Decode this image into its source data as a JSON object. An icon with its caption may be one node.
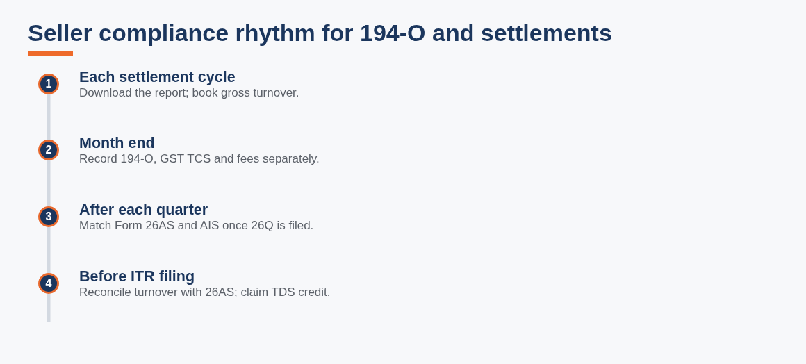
{
  "diagram": {
    "title": "Seller compliance rhythm for 194-O and settlements",
    "nodes": [
      {
        "text": [
          "1"
        ],
        "beside": [
          "Each settlement cycle",
          "Download the report; book gross turnover."
        ]
      },
      {
        "text": [
          "2"
        ],
        "beside": [
          "Month end",
          "Record 194-O, GST TCS and fees separately."
        ]
      },
      {
        "text": [
          "3"
        ],
        "beside": [
          "After each quarter",
          "Match Form 26AS and AIS once 26Q is filed."
        ]
      },
      {
        "text": [
          "4"
        ],
        "beside": [
          "Before ITR filing",
          "Reconcile turnover with 26AS; claim TDS credit."
        ]
      }
    ],
    "edges": [
      {
        "from": 0,
        "to": 1,
        "arrow": "none"
      },
      {
        "from": 1,
        "to": 2,
        "arrow": "none"
      },
      {
        "from": 2,
        "to": 3,
        "arrow": "none"
      },
      {
        "from": 3,
        "to": null,
        "arrow": "none"
      }
    ]
  }
}
